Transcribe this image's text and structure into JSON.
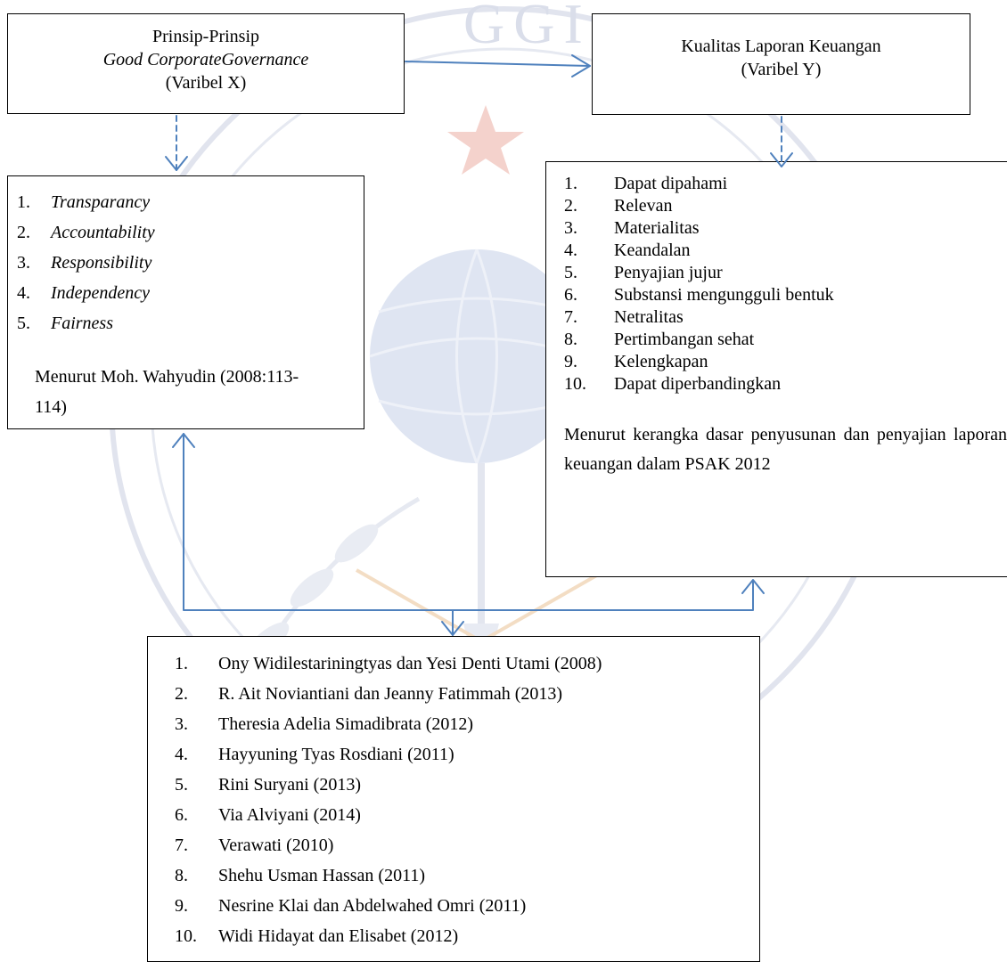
{
  "box_x": {
    "line1": "Prinsip-Prinsip",
    "line2": "Good CorporateGovernance",
    "line3": "(Varibel X)"
  },
  "box_y": {
    "line1": "Kualitas Laporan Keuangan",
    "line2": "(Varibel Y)"
  },
  "x_indicators": {
    "items": [
      {
        "num": "1.",
        "text": "Transparancy"
      },
      {
        "num": "2.",
        "text": "Accountability"
      },
      {
        "num": "3.",
        "text": "Responsibility"
      },
      {
        "num": "4.",
        "text": "Independency"
      },
      {
        "num": "5.",
        "text": "Fairness"
      }
    ],
    "source": "Menurut Moh. Wahyudin (2008:113-114)"
  },
  "y_indicators": {
    "items": [
      {
        "num": "1.",
        "text": "Dapat dipahami"
      },
      {
        "num": "2.",
        "text": "Relevan"
      },
      {
        "num": "3.",
        "text": "Materialitas"
      },
      {
        "num": "4.",
        "text": "Keandalan"
      },
      {
        "num": "5.",
        "text": "Penyajian jujur"
      },
      {
        "num": "6.",
        "text": "Substansi mengungguli bentuk"
      },
      {
        "num": "7.",
        "text": "Netralitas"
      },
      {
        "num": "8.",
        "text": "Pertimbangan sehat"
      },
      {
        "num": "9.",
        "text": "Kelengkapan"
      },
      {
        "num": "10.",
        "text": "Dapat diperbandingkan"
      }
    ],
    "source": "Menurut kerangka dasar penyusunan dan penyajian laporan keuangan dalam PSAK 2012"
  },
  "previous_research": {
    "items": [
      {
        "num": "1.",
        "text": "Ony Widilestariningtyas dan Yesi Denti Utami (2008)"
      },
      {
        "num": "2.",
        "text": "R. Ait Noviantiani dan Jeanny Fatimmah (2013)"
      },
      {
        "num": "3.",
        "text": "Theresia Adelia Simadibrata (2012)"
      },
      {
        "num": "4.",
        "text": "Hayyuning Tyas Rosdiani (2011)"
      },
      {
        "num": "5.",
        "text": "Rini Suryani (2013)"
      },
      {
        "num": "6.",
        "text": "Via Alviyani (2014)"
      },
      {
        "num": "7.",
        "text": "Verawati (2010)"
      },
      {
        "num": "8.",
        "text": "Shehu Usman Hassan (2011)"
      },
      {
        "num": "9.",
        "text": "Nesrine Klai dan Abdelwahed Omri (2011)"
      },
      {
        "num": "10.",
        "text": "Widi Hidayat dan Elisabet (2012)"
      }
    ]
  },
  "watermark": {
    "letters": "GGI"
  },
  "colors": {
    "arrow": "#4f81bd",
    "border": "#000000",
    "watermark": "#d8dcea",
    "watermark_star": "#f2c9c2"
  }
}
